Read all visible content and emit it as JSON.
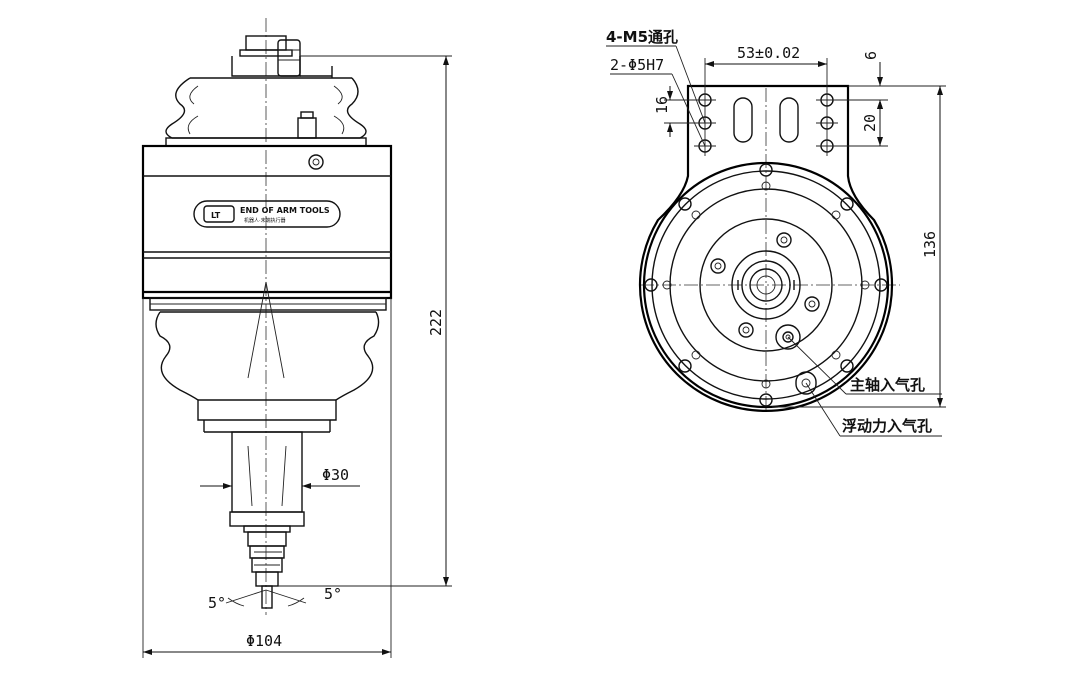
{
  "side_view": {
    "brand_text": "END OF ARM TOOLS",
    "brand_subtext": "机器人·末端执行器",
    "logo_text": "LT",
    "dim_height": "222",
    "dim_shaft_dia": "Φ30",
    "dim_body_dia": "Φ104",
    "angle_left": "5°",
    "angle_right": "5°"
  },
  "front_view": {
    "note_holes_m5": "4-M5通孔",
    "note_holes_pin": "2-Φ5H7",
    "dim_width": "53±0.02",
    "dim_top": "6",
    "dim_16": "16",
    "dim_20": "20",
    "dim_height": "136",
    "label_spindle_air": "主轴入气孔",
    "label_float_air": "浮动力入气孔"
  }
}
